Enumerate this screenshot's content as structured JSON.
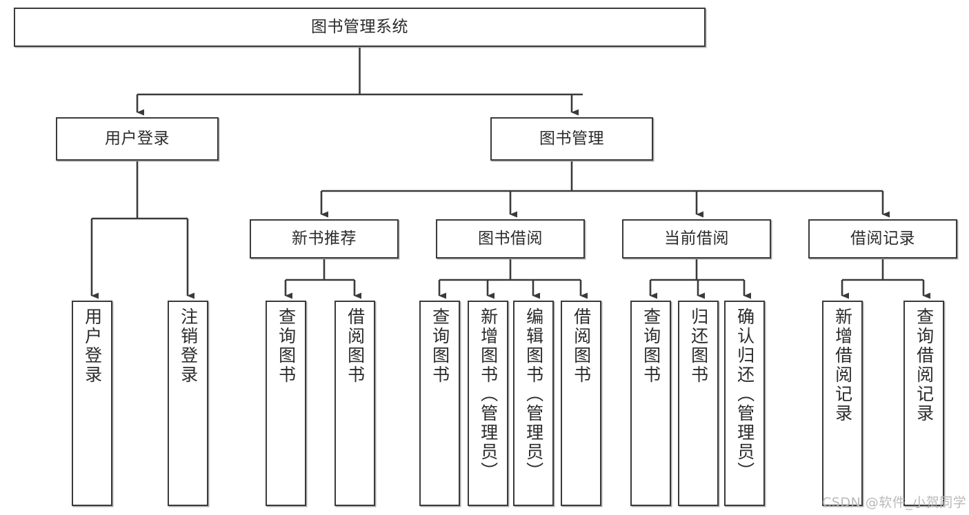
{
  "diagram": {
    "type": "tree-hierarchy",
    "title": "图书管理系统",
    "watermark": "CSDN @软件_小贺同学",
    "colors": {
      "box_border": "#3a3a3a",
      "box_fill": "#ffffff",
      "edge": "#3a3a3a",
      "text": "#2b2b2b",
      "watermark": "#b9b9b9",
      "background": "#ffffff"
    },
    "root": {
      "id": "root",
      "label": "图书管理系统"
    },
    "level2": [
      {
        "id": "user-login",
        "label": "用户登录"
      },
      {
        "id": "book-management",
        "label": "图书管理"
      }
    ],
    "level3": [
      {
        "id": "new-book-recommend",
        "label": "新书推荐",
        "parent": "book-management"
      },
      {
        "id": "book-borrow",
        "label": "图书借阅",
        "parent": "book-management"
      },
      {
        "id": "current-borrow",
        "label": "当前借阅",
        "parent": "book-management"
      },
      {
        "id": "borrow-record",
        "label": "借阅记录",
        "parent": "book-management"
      }
    ],
    "leaves": [
      {
        "id": "leaf-user-login",
        "label": "用户登录",
        "parent": "user-login"
      },
      {
        "id": "leaf-user-logout",
        "label": "注销登录",
        "parent": "user-login"
      },
      {
        "id": "leaf-query-book-1",
        "label": "查询图书",
        "parent": "new-book-recommend"
      },
      {
        "id": "leaf-borrow-book-1",
        "label": "借阅图书",
        "parent": "new-book-recommend"
      },
      {
        "id": "leaf-query-book-2",
        "label": "查询图书",
        "parent": "book-borrow"
      },
      {
        "id": "leaf-add-book",
        "label": "新增图书（管理员）",
        "parent": "book-borrow"
      },
      {
        "id": "leaf-edit-book",
        "label": "编辑图书（管理员）",
        "parent": "book-borrow"
      },
      {
        "id": "leaf-borrow-book-2",
        "label": "借阅图书",
        "parent": "book-borrow"
      },
      {
        "id": "leaf-query-book-3",
        "label": "查询图书",
        "parent": "current-borrow"
      },
      {
        "id": "leaf-return-book",
        "label": "归还图书",
        "parent": "current-borrow"
      },
      {
        "id": "leaf-confirm-return",
        "label": "确认归还（管理员）",
        "parent": "current-borrow"
      },
      {
        "id": "leaf-add-record",
        "label": "新增借阅记录",
        "parent": "borrow-record"
      },
      {
        "id": "leaf-query-record",
        "label": "查询借阅记录",
        "parent": "borrow-record"
      }
    ]
  }
}
